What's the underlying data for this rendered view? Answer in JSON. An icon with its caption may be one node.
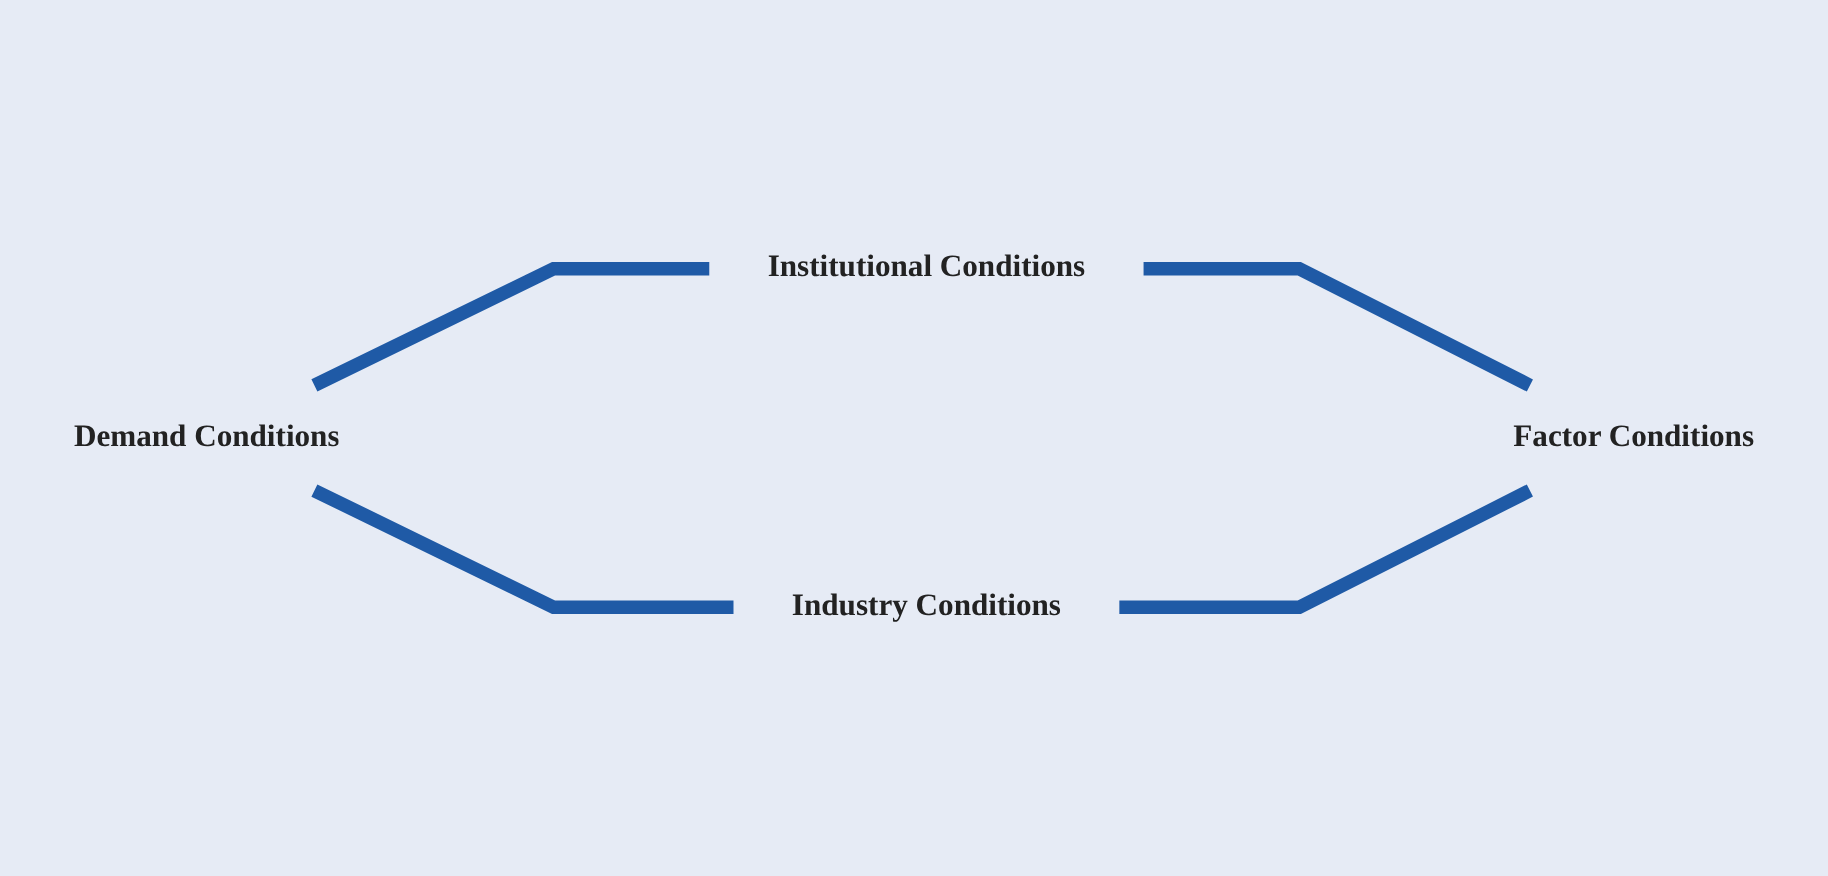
{
  "diagram": {
    "nodes": [
      {
        "text": [
          "Institutional Conditions"
        ]
      },
      {
        "text": [
          "Demand Conditions"
        ]
      },
      {
        "text": [
          "Factor Conditions"
        ]
      },
      {
        "text": [
          "Industry Conditions"
        ]
      }
    ],
    "edges": [
      {
        "from": 1,
        "to": 0,
        "arrow": "none"
      },
      {
        "from": 0,
        "to": 2,
        "arrow": "none"
      },
      {
        "from": 1,
        "to": 3,
        "arrow": "none"
      },
      {
        "from": 3,
        "to": 2,
        "arrow": "none"
      }
    ]
  }
}
